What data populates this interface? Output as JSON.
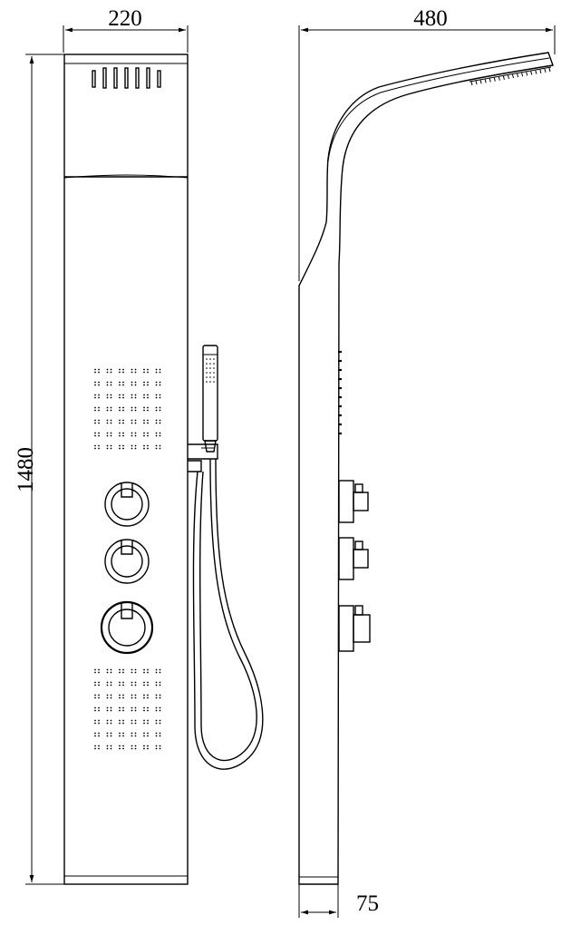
{
  "dimensions": {
    "front_width": "220",
    "side_width": "480",
    "height": "1480",
    "base_depth": "75"
  }
}
